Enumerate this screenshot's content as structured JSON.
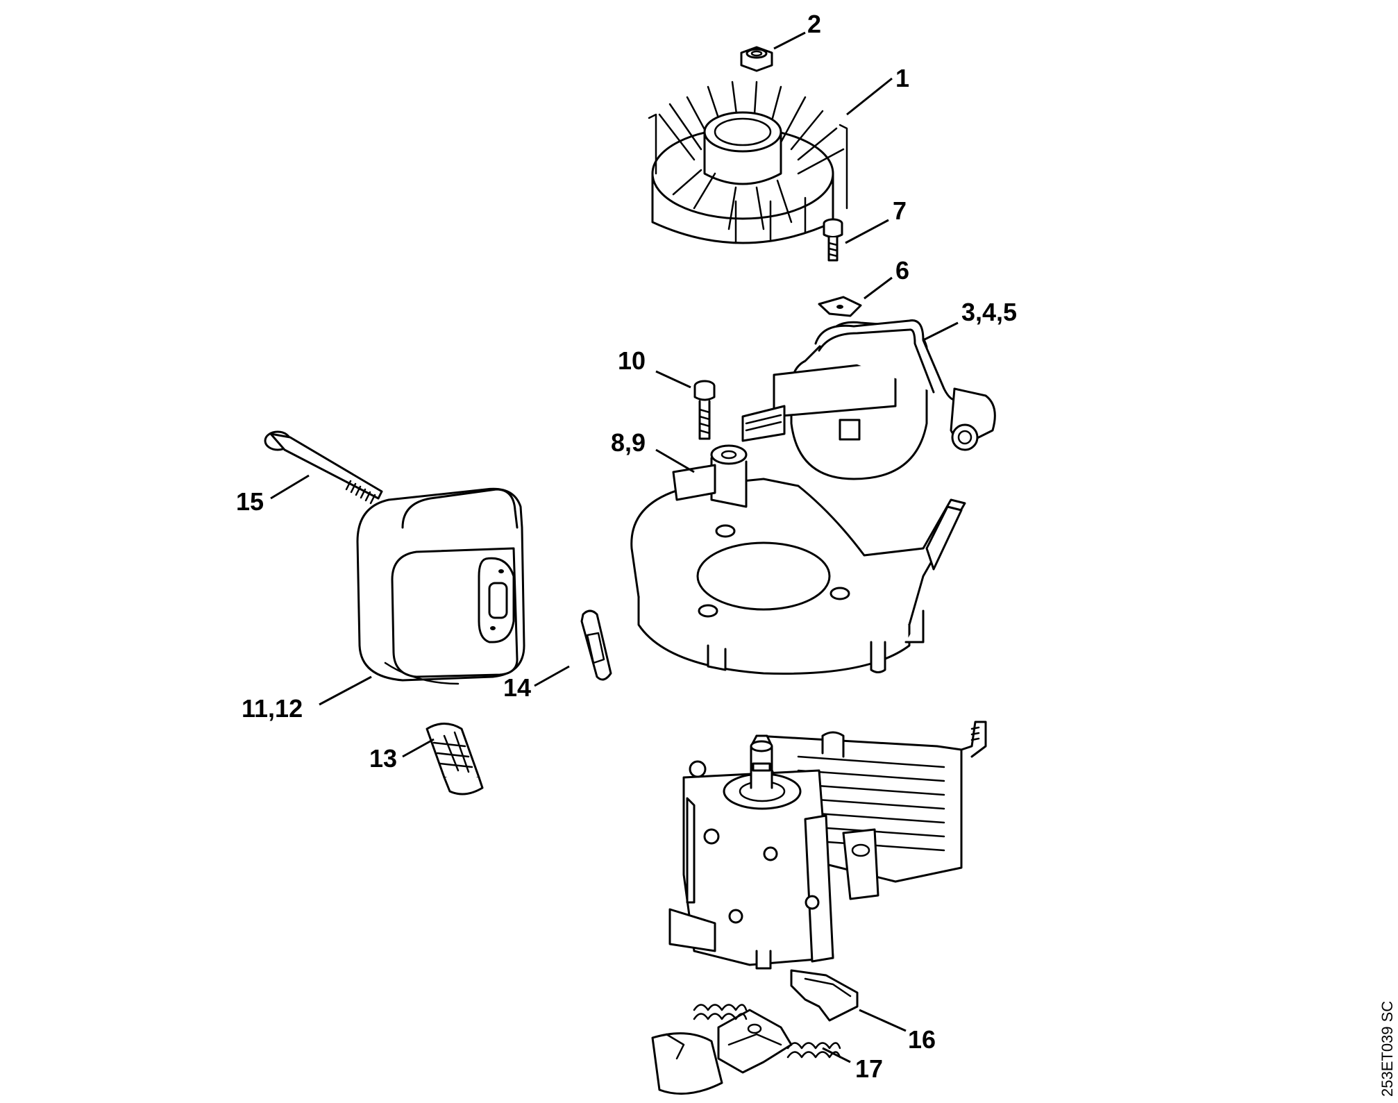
{
  "diagram": {
    "callouts": {
      "c1": "1",
      "c2": "2",
      "c345": "3,4,5",
      "c6": "6",
      "c7": "7",
      "c89": "8,9",
      "c10": "10",
      "c1112": "11,12",
      "c13": "13",
      "c14": "14",
      "c15": "15",
      "c16": "16",
      "c17": "17"
    },
    "reference_code": "253ET039 SC"
  }
}
